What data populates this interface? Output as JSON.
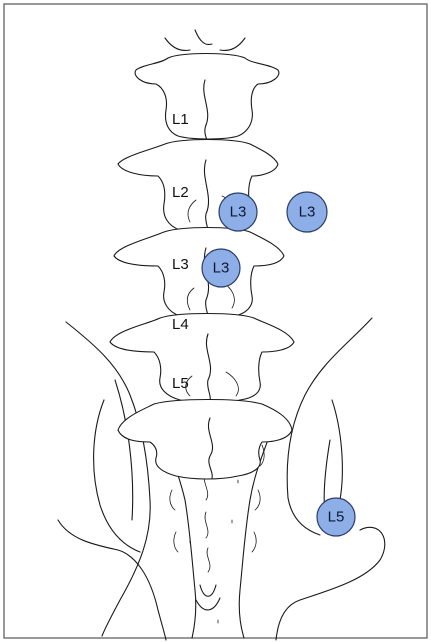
{
  "vertebra_labels": {
    "l1": "L1",
    "l2": "L2",
    "l3": "L3",
    "l4": "L4",
    "l5": "L5"
  },
  "markers": {
    "l3_center": "L3",
    "l3_right": "L3",
    "l3_lower": "L3",
    "l5_pelvis": "L5"
  },
  "colors": {
    "marker_fill": "#8eaee8",
    "marker_stroke": "#2b3e66",
    "line": "#1a1a1a",
    "frame": "#555555"
  }
}
